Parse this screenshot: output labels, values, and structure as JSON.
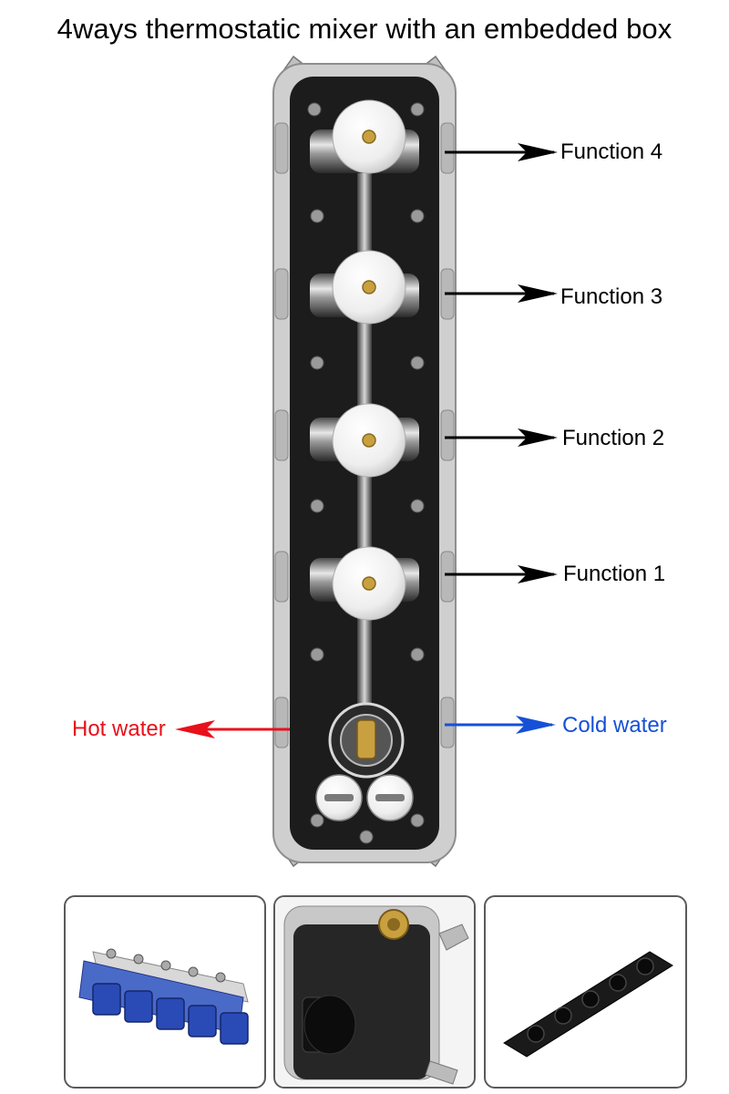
{
  "title": "4ways thermostatic mixer with an embedded box",
  "labels": {
    "function_4": "Function 4",
    "function_3": "Function 3",
    "function_2": "Function 2",
    "function_1": "Function 1",
    "hot_water": "Hot water",
    "cold_water": "Cold water"
  },
  "colors": {
    "hot": "#e8101a",
    "cold": "#1650d8",
    "arrow": "#000000",
    "box_frame": "#cfcfcf",
    "box_inner": "#1c1c1c",
    "valve_cap": "#f2f2f2",
    "brass": "#c8a040",
    "handle_blue": "#2a4bb5"
  },
  "icons": {
    "valve": "valve-cartridge-icon",
    "thermostat": "thermostatic-cartridge-icon",
    "arrow": "arrow-right-icon"
  }
}
